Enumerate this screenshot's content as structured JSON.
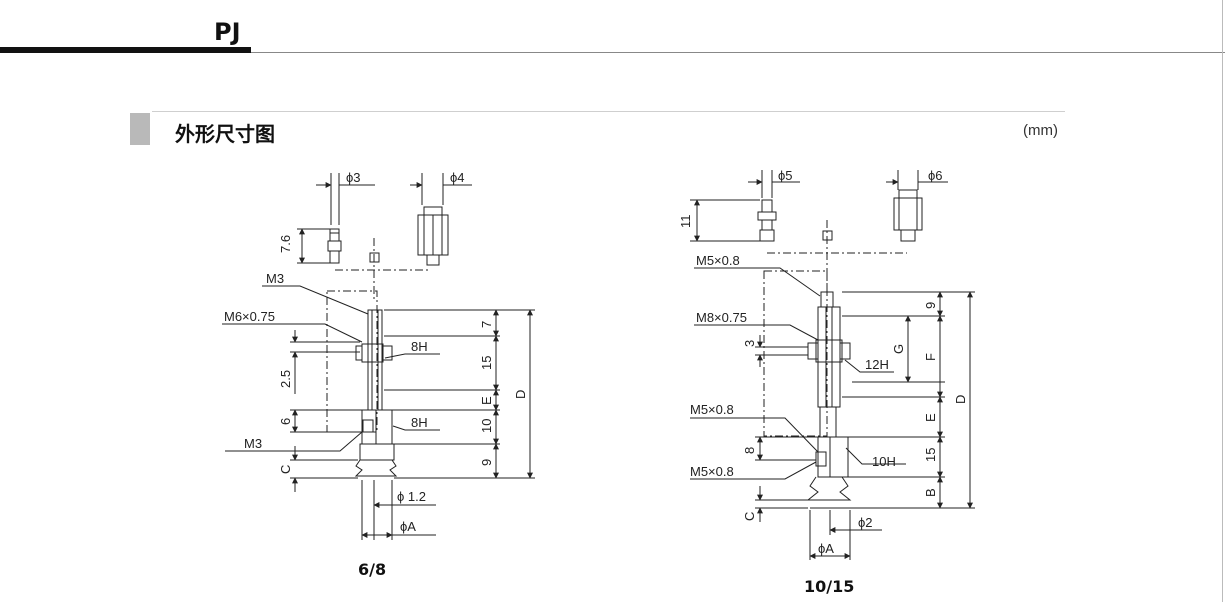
{
  "header": {
    "title": "PJ"
  },
  "section": {
    "title": "外形尺寸图",
    "unit": "(mm)"
  },
  "drawing_left": {
    "caption": "6/8",
    "labels": {
      "phi3": "ϕ3",
      "phi4": "ϕ4",
      "d76": "7.6",
      "m3_top": "M3",
      "m6": "M6×0.75",
      "h8_top": "8H",
      "d25": "2.5",
      "d6": "6",
      "m3_bottom": "M3",
      "h8_bottom": "8H",
      "c": "C",
      "d7": "7",
      "d15": "15",
      "e": "E",
      "d10": "10",
      "d9": "9",
      "d": "D",
      "phi12": "ϕ 1.2",
      "phiA": "ϕA"
    }
  },
  "drawing_right": {
    "caption": "10/15",
    "labels": {
      "phi5": "ϕ5",
      "phi6": "ϕ6",
      "d11": "11",
      "m5_top": "M5×0.8",
      "m8": "M8×0.75",
      "d3": "3",
      "h12": "12H",
      "m5_mid": "M5×0.8",
      "d8": "8",
      "m5_bottom": "M5×0.8",
      "h10": "10H",
      "c": "C",
      "phi2": "ϕ2",
      "phiA": "ϕA",
      "d9": "9",
      "g": "G",
      "f": "F",
      "e": "E",
      "d15": "15",
      "b": "B",
      "d": "D"
    }
  }
}
